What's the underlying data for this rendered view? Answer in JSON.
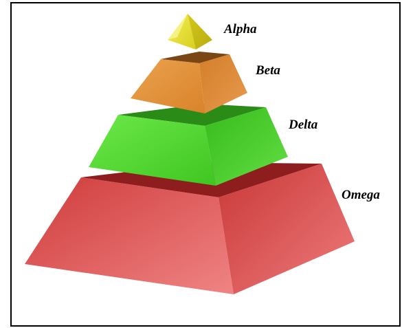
{
  "diagram": {
    "type": "pyramid",
    "tiers": [
      {
        "label": "Alpha",
        "color": "#e6e03a"
      },
      {
        "label": "Beta",
        "color": "#e8963e"
      },
      {
        "label": "Delta",
        "color": "#55dd33"
      },
      {
        "label": "Omega",
        "color": "#dd4b4b"
      }
    ]
  }
}
